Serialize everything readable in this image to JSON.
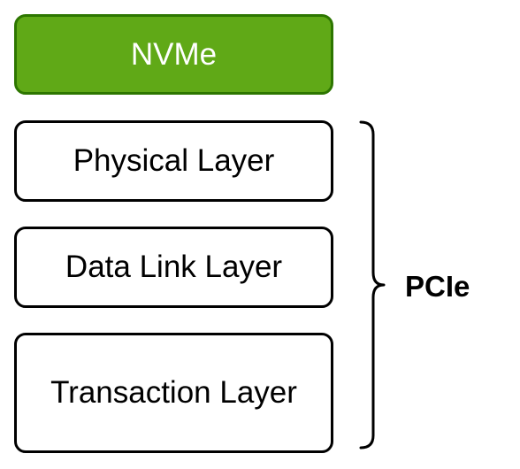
{
  "stack": {
    "top_protocol": {
      "label": "NVMe",
      "fill": "#60a917",
      "stroke": "#2d7600",
      "text_color": "#ffffff"
    },
    "layers": [
      {
        "key": "physical",
        "label": "Physical Layer"
      },
      {
        "key": "datalink",
        "label": "Data Link Layer"
      },
      {
        "key": "transaction",
        "label": "Transaction Layer"
      }
    ]
  },
  "group": {
    "label": "PCIe",
    "bracket_icon": "right-curly-brace"
  }
}
